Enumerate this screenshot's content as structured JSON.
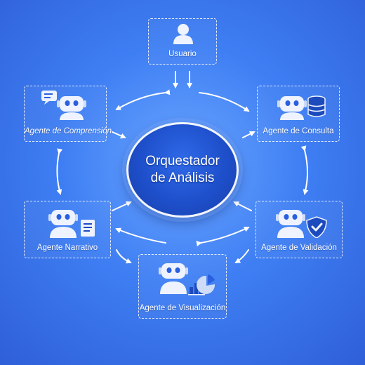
{
  "center": {
    "title": "Orquestador de Análisis"
  },
  "nodes": [
    {
      "id": "usuario",
      "label": "Usuario",
      "icon": "user-icon"
    },
    {
      "id": "comprension",
      "label": "Agente de Comprensión",
      "icon": "robot-chat-icon"
    },
    {
      "id": "consulta",
      "label": "Agente de Consulta",
      "icon": "robot-database-icon"
    },
    {
      "id": "narrativo",
      "label": "Agente Narrativo",
      "icon": "robot-document-icon"
    },
    {
      "id": "validacion",
      "label": "Agente de Validación",
      "icon": "robot-shield-icon"
    },
    {
      "id": "visualizacion",
      "label": "Agente de Visualización",
      "icon": "robot-chart-icon"
    }
  ],
  "colors": {
    "background": "#3e7ef3",
    "center": "#1e4fcb",
    "robot_body": "#eef3ff",
    "robot_eyes": "#2a5fe0",
    "accent": "#1d4bbd"
  }
}
